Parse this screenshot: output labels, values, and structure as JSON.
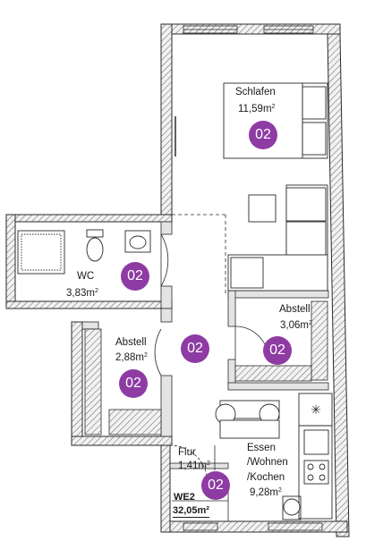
{
  "colors": {
    "badge": "#8e3ba4",
    "wall": "#cfcfcf",
    "line": "#2a2a2a"
  },
  "badge_text": "02",
  "unit": {
    "name": "WE2",
    "area": "32,05m²"
  },
  "rooms": [
    {
      "id": "schlafen",
      "name": "Schlafen",
      "area": "11,59",
      "unit": "m",
      "sup": "2"
    },
    {
      "id": "wc",
      "name": "WC",
      "area": "3,83",
      "unit": "m",
      "sup": "2"
    },
    {
      "id": "abstell-right",
      "name": "Abstell",
      "area": "3,06",
      "unit": "m",
      "sup": "2"
    },
    {
      "id": "abstell-left",
      "name": "Abstell",
      "area": "2,88",
      "unit": "m",
      "sup": "2"
    },
    {
      "id": "flur",
      "name": "Flur",
      "area": "1,41",
      "unit": "m",
      "sup": "2"
    },
    {
      "id": "essen",
      "name_lines": [
        "Essen",
        "/Wohnen",
        "/Kochen"
      ],
      "area": "9,28",
      "unit": "m",
      "sup": "2"
    }
  ]
}
